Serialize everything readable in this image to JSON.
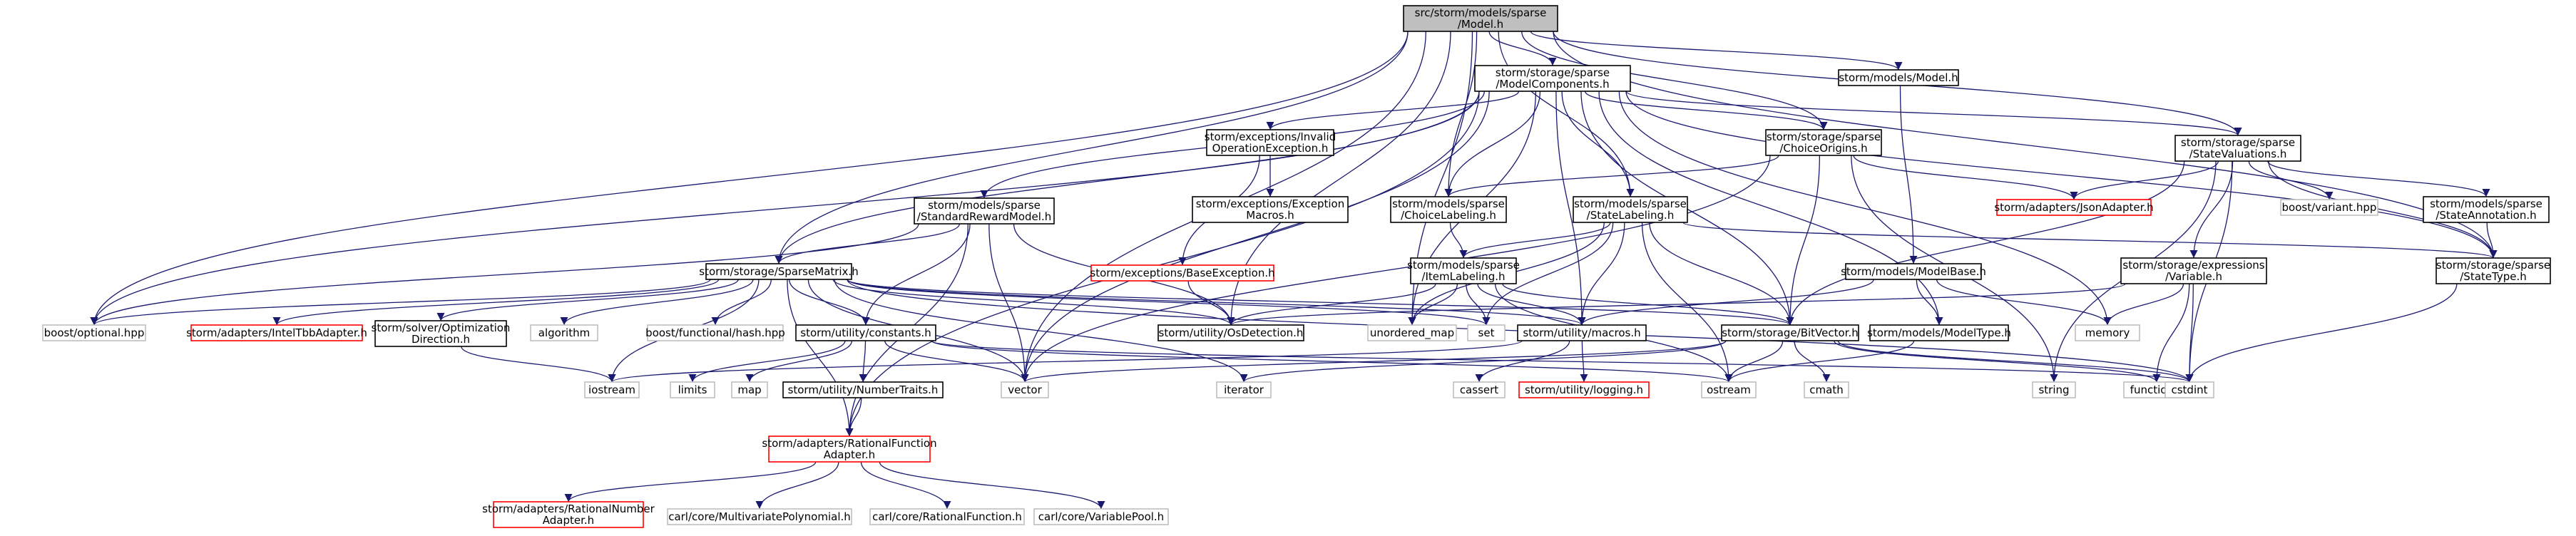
{
  "colors": {
    "edge": "#191970",
    "root_fill": "#bfbfbf",
    "normal_border": "#000000",
    "missing_border": "#ff0000",
    "external_border": "#bfbfbf",
    "text": "#000000"
  },
  "nodes": [
    {
      "id": "model",
      "lines": [
        "src/storm/models/sparse",
        "/Model.h"
      ],
      "style": "root"
    },
    {
      "id": "modelcomponents",
      "lines": [
        "storm/storage/sparse",
        "/ModelComponents.h"
      ],
      "style": "normal"
    },
    {
      "id": "modelsmodel",
      "lines": [
        "storm/models/Model.h"
      ],
      "style": "normal"
    },
    {
      "id": "statevaluations",
      "lines": [
        "storm/storage/sparse",
        "/StateValuations.h"
      ],
      "style": "normal"
    },
    {
      "id": "invalidop",
      "lines": [
        "storm/exceptions/Invalid",
        "OperationException.h"
      ],
      "style": "normal"
    },
    {
      "id": "choiceorigins",
      "lines": [
        "storm/storage/sparse",
        "/ChoiceOrigins.h"
      ],
      "style": "normal"
    },
    {
      "id": "stdreward",
      "lines": [
        "storm/models/sparse",
        "/StandardRewardModel.h"
      ],
      "style": "normal"
    },
    {
      "id": "exceptionmacros",
      "lines": [
        "storm/exceptions/Exception",
        "Macros.h"
      ],
      "style": "normal"
    },
    {
      "id": "choicelabeling",
      "lines": [
        "storm/models/sparse",
        "/ChoiceLabeling.h"
      ],
      "style": "normal"
    },
    {
      "id": "statelabeling",
      "lines": [
        "storm/models/sparse",
        "/StateLabeling.h"
      ],
      "style": "normal"
    },
    {
      "id": "jsonadapter",
      "lines": [
        "storm/adapters/JsonAdapter.h"
      ],
      "style": "missing"
    },
    {
      "id": "boostvariant",
      "lines": [
        "boost/variant.hpp"
      ],
      "style": "external"
    },
    {
      "id": "stateannotation",
      "lines": [
        "storm/models/sparse",
        "/StateAnnotation.h"
      ],
      "style": "normal"
    },
    {
      "id": "baseexception",
      "lines": [
        "storm/exceptions/BaseException.h"
      ],
      "style": "missing"
    },
    {
      "id": "sparsematrix",
      "lines": [
        "storm/storage/SparseMatrix.h"
      ],
      "style": "normal"
    },
    {
      "id": "itemlabeling",
      "lines": [
        "storm/models/sparse",
        "/ItemLabeling.h"
      ],
      "style": "normal"
    },
    {
      "id": "modelbase",
      "lines": [
        "storm/models/ModelBase.h"
      ],
      "style": "normal"
    },
    {
      "id": "exprvariable",
      "lines": [
        "storm/storage/expressions",
        "/Variable.h"
      ],
      "style": "normal"
    },
    {
      "id": "statetype",
      "lines": [
        "storm/storage/sparse",
        "/StateType.h"
      ],
      "style": "normal"
    },
    {
      "id": "boostoptional",
      "lines": [
        "boost/optional.hpp"
      ],
      "style": "external"
    },
    {
      "id": "inteltbb",
      "lines": [
        "storm/adapters/IntelTbbAdapter.h"
      ],
      "style": "missing"
    },
    {
      "id": "optdirection",
      "lines": [
        "storm/solver/Optimization",
        "Direction.h"
      ],
      "style": "normal"
    },
    {
      "id": "algorithm",
      "lines": [
        "algorithm"
      ],
      "style": "external"
    },
    {
      "id": "boosthash",
      "lines": [
        "boost/functional/hash.hpp"
      ],
      "style": "external"
    },
    {
      "id": "constants",
      "lines": [
        "storm/utility/constants.h"
      ],
      "style": "normal"
    },
    {
      "id": "osdetection",
      "lines": [
        "storm/utility/OsDetection.h"
      ],
      "style": "normal"
    },
    {
      "id": "unorderedmap",
      "lines": [
        "unordered_map"
      ],
      "style": "external"
    },
    {
      "id": "set",
      "lines": [
        "set"
      ],
      "style": "external"
    },
    {
      "id": "macros",
      "lines": [
        "storm/utility/macros.h"
      ],
      "style": "normal"
    },
    {
      "id": "bitvector",
      "lines": [
        "storm/storage/BitVector.h"
      ],
      "style": "normal"
    },
    {
      "id": "modeltype",
      "lines": [
        "storm/models/ModelType.h"
      ],
      "style": "normal"
    },
    {
      "id": "memory",
      "lines": [
        "memory"
      ],
      "style": "external"
    },
    {
      "id": "iostream",
      "lines": [
        "iostream"
      ],
      "style": "external"
    },
    {
      "id": "limits",
      "lines": [
        "limits"
      ],
      "style": "external"
    },
    {
      "id": "map",
      "lines": [
        "map"
      ],
      "style": "external"
    },
    {
      "id": "numbertraits",
      "lines": [
        "storm/utility/NumberTraits.h"
      ],
      "style": "normal"
    },
    {
      "id": "vector",
      "lines": [
        "vector"
      ],
      "style": "external"
    },
    {
      "id": "iterator",
      "lines": [
        "iterator"
      ],
      "style": "external"
    },
    {
      "id": "cassert",
      "lines": [
        "cassert"
      ],
      "style": "external"
    },
    {
      "id": "logging",
      "lines": [
        "storm/utility/logging.h"
      ],
      "style": "missing"
    },
    {
      "id": "ostream",
      "lines": [
        "ostream"
      ],
      "style": "external"
    },
    {
      "id": "cmath",
      "lines": [
        "cmath"
      ],
      "style": "external"
    },
    {
      "id": "string",
      "lines": [
        "string"
      ],
      "style": "external"
    },
    {
      "id": "functional",
      "lines": [
        "functional"
      ],
      "style": "external"
    },
    {
      "id": "cstdint",
      "lines": [
        "cstdint"
      ],
      "style": "external"
    },
    {
      "id": "rationalfunctionadapter",
      "lines": [
        "storm/adapters/RationalFunction",
        "Adapter.h"
      ],
      "style": "missing"
    },
    {
      "id": "rationalnumberadapter",
      "lines": [
        "storm/adapters/RationalNumber",
        "Adapter.h"
      ],
      "style": "missing"
    },
    {
      "id": "multivariatepoly",
      "lines": [
        "carl/core/MultivariatePolynomial.h"
      ],
      "style": "external"
    },
    {
      "id": "rationalfunction",
      "lines": [
        "carl/core/RationalFunction.h"
      ],
      "style": "external"
    },
    {
      "id": "variablepool",
      "lines": [
        "carl/core/VariablePool.h"
      ],
      "style": "external"
    }
  ],
  "edges": [
    [
      "model",
      "modelcomponents"
    ],
    [
      "model",
      "modelsmodel"
    ],
    [
      "model",
      "statevaluations"
    ],
    [
      "model",
      "choiceorigins"
    ],
    [
      "model",
      "choicelabeling"
    ],
    [
      "model",
      "statelabeling"
    ],
    [
      "model",
      "sparsematrix"
    ],
    [
      "model",
      "boostoptional"
    ],
    [
      "model",
      "osdetection"
    ],
    [
      "model",
      "unorderedmap"
    ],
    [
      "model",
      "vector"
    ],
    [
      "model",
      "statetype"
    ],
    [
      "modelcomponents",
      "invalidop"
    ],
    [
      "modelcomponents",
      "stdreward"
    ],
    [
      "modelcomponents",
      "choiceorigins"
    ],
    [
      "modelcomponents",
      "choicelabeling"
    ],
    [
      "modelcomponents",
      "statelabeling"
    ],
    [
      "modelcomponents",
      "statevaluations"
    ],
    [
      "modelcomponents",
      "sparsematrix"
    ],
    [
      "modelcomponents",
      "boostoptional"
    ],
    [
      "modelcomponents",
      "unorderedmap"
    ],
    [
      "modelcomponents",
      "vector"
    ],
    [
      "modelcomponents",
      "macros"
    ],
    [
      "modelcomponents",
      "bitvector"
    ],
    [
      "modelcomponents",
      "modeltype"
    ],
    [
      "modelcomponents",
      "memory"
    ],
    [
      "modelcomponents",
      "statetype"
    ],
    [
      "modelcomponents",
      "rationalfunctionadapter"
    ],
    [
      "modelsmodel",
      "modelbase"
    ],
    [
      "statevaluations",
      "jsonadapter"
    ],
    [
      "statevaluations",
      "boostvariant"
    ],
    [
      "statevaluations",
      "stateannotation"
    ],
    [
      "statevaluations",
      "exprvariable"
    ],
    [
      "statevaluations",
      "statetype"
    ],
    [
      "statevaluations",
      "bitvector"
    ],
    [
      "statevaluations",
      "cstdint"
    ],
    [
      "statevaluations",
      "string"
    ],
    [
      "invalidop",
      "exceptionmacros"
    ],
    [
      "invalidop",
      "baseexception"
    ],
    [
      "choiceorigins",
      "choicelabeling"
    ],
    [
      "choiceorigins",
      "jsonadapter"
    ],
    [
      "choiceorigins",
      "bitvector"
    ],
    [
      "choiceorigins",
      "vector"
    ],
    [
      "choiceorigins",
      "string"
    ],
    [
      "stdreward",
      "sparsematrix"
    ],
    [
      "stdreward",
      "constants"
    ],
    [
      "stdreward",
      "osdetection"
    ],
    [
      "stdreward",
      "vector"
    ],
    [
      "stdreward",
      "boostoptional"
    ],
    [
      "stdreward",
      "rationalfunctionadapter"
    ],
    [
      "baseexception",
      "osdetection"
    ],
    [
      "choicelabeling",
      "itemlabeling"
    ],
    [
      "statelabeling",
      "itemlabeling"
    ],
    [
      "statelabeling",
      "unorderedmap"
    ],
    [
      "statelabeling",
      "set"
    ],
    [
      "statelabeling",
      "macros"
    ],
    [
      "statelabeling",
      "bitvector"
    ],
    [
      "statelabeling",
      "ostream"
    ],
    [
      "statelabeling",
      "statetype"
    ],
    [
      "itemlabeling",
      "osdetection"
    ],
    [
      "itemlabeling",
      "macros"
    ],
    [
      "itemlabeling",
      "bitvector"
    ],
    [
      "itemlabeling",
      "unorderedmap"
    ],
    [
      "itemlabeling",
      "set"
    ],
    [
      "itemlabeling",
      "ostream"
    ],
    [
      "modelbase",
      "macros"
    ],
    [
      "modelbase",
      "modeltype"
    ],
    [
      "modelbase",
      "memory"
    ],
    [
      "exprvariable",
      "memory"
    ],
    [
      "exprvariable",
      "functional"
    ],
    [
      "exprvariable",
      "cstdint"
    ],
    [
      "exprvariable",
      "osdetection"
    ],
    [
      "stateannotation",
      "statetype"
    ],
    [
      "statetype",
      "cstdint"
    ],
    [
      "sparsematrix",
      "boostoptional"
    ],
    [
      "sparsematrix",
      "inteltbb"
    ],
    [
      "sparsematrix",
      "optdirection"
    ],
    [
      "sparsematrix",
      "algorithm"
    ],
    [
      "sparsematrix",
      "boosthash"
    ],
    [
      "sparsematrix",
      "constants"
    ],
    [
      "sparsematrix",
      "osdetection"
    ],
    [
      "sparsematrix",
      "macros"
    ],
    [
      "sparsematrix",
      "bitvector"
    ],
    [
      "sparsematrix",
      "iostream"
    ],
    [
      "sparsematrix",
      "vector"
    ],
    [
      "sparsematrix",
      "iterator"
    ],
    [
      "sparsematrix",
      "cstdint"
    ],
    [
      "sparsematrix",
      "set"
    ],
    [
      "sparsematrix",
      "rationalfunctionadapter"
    ],
    [
      "optdirection",
      "iostream"
    ],
    [
      "constants",
      "limits"
    ],
    [
      "constants",
      "map"
    ],
    [
      "constants",
      "numbertraits"
    ],
    [
      "constants",
      "vector"
    ],
    [
      "constants",
      "ostream"
    ],
    [
      "constants",
      "cstdint"
    ],
    [
      "numbertraits",
      "rationalfunctionadapter"
    ],
    [
      "macros",
      "iostream"
    ],
    [
      "macros",
      "cassert"
    ],
    [
      "macros",
      "logging"
    ],
    [
      "bitvector",
      "ostream"
    ],
    [
      "bitvector",
      "cmath"
    ],
    [
      "bitvector",
      "vector"
    ],
    [
      "bitvector",
      "iterator"
    ],
    [
      "bitvector",
      "functional"
    ],
    [
      "bitvector",
      "cstdint"
    ],
    [
      "modeltype",
      "ostream"
    ],
    [
      "rationalfunctionadapter",
      "rationalnumberadapter"
    ],
    [
      "rationalfunctionadapter",
      "multivariatepoly"
    ],
    [
      "rationalfunctionadapter",
      "rationalfunction"
    ],
    [
      "rationalfunctionadapter",
      "variablepool"
    ]
  ]
}
